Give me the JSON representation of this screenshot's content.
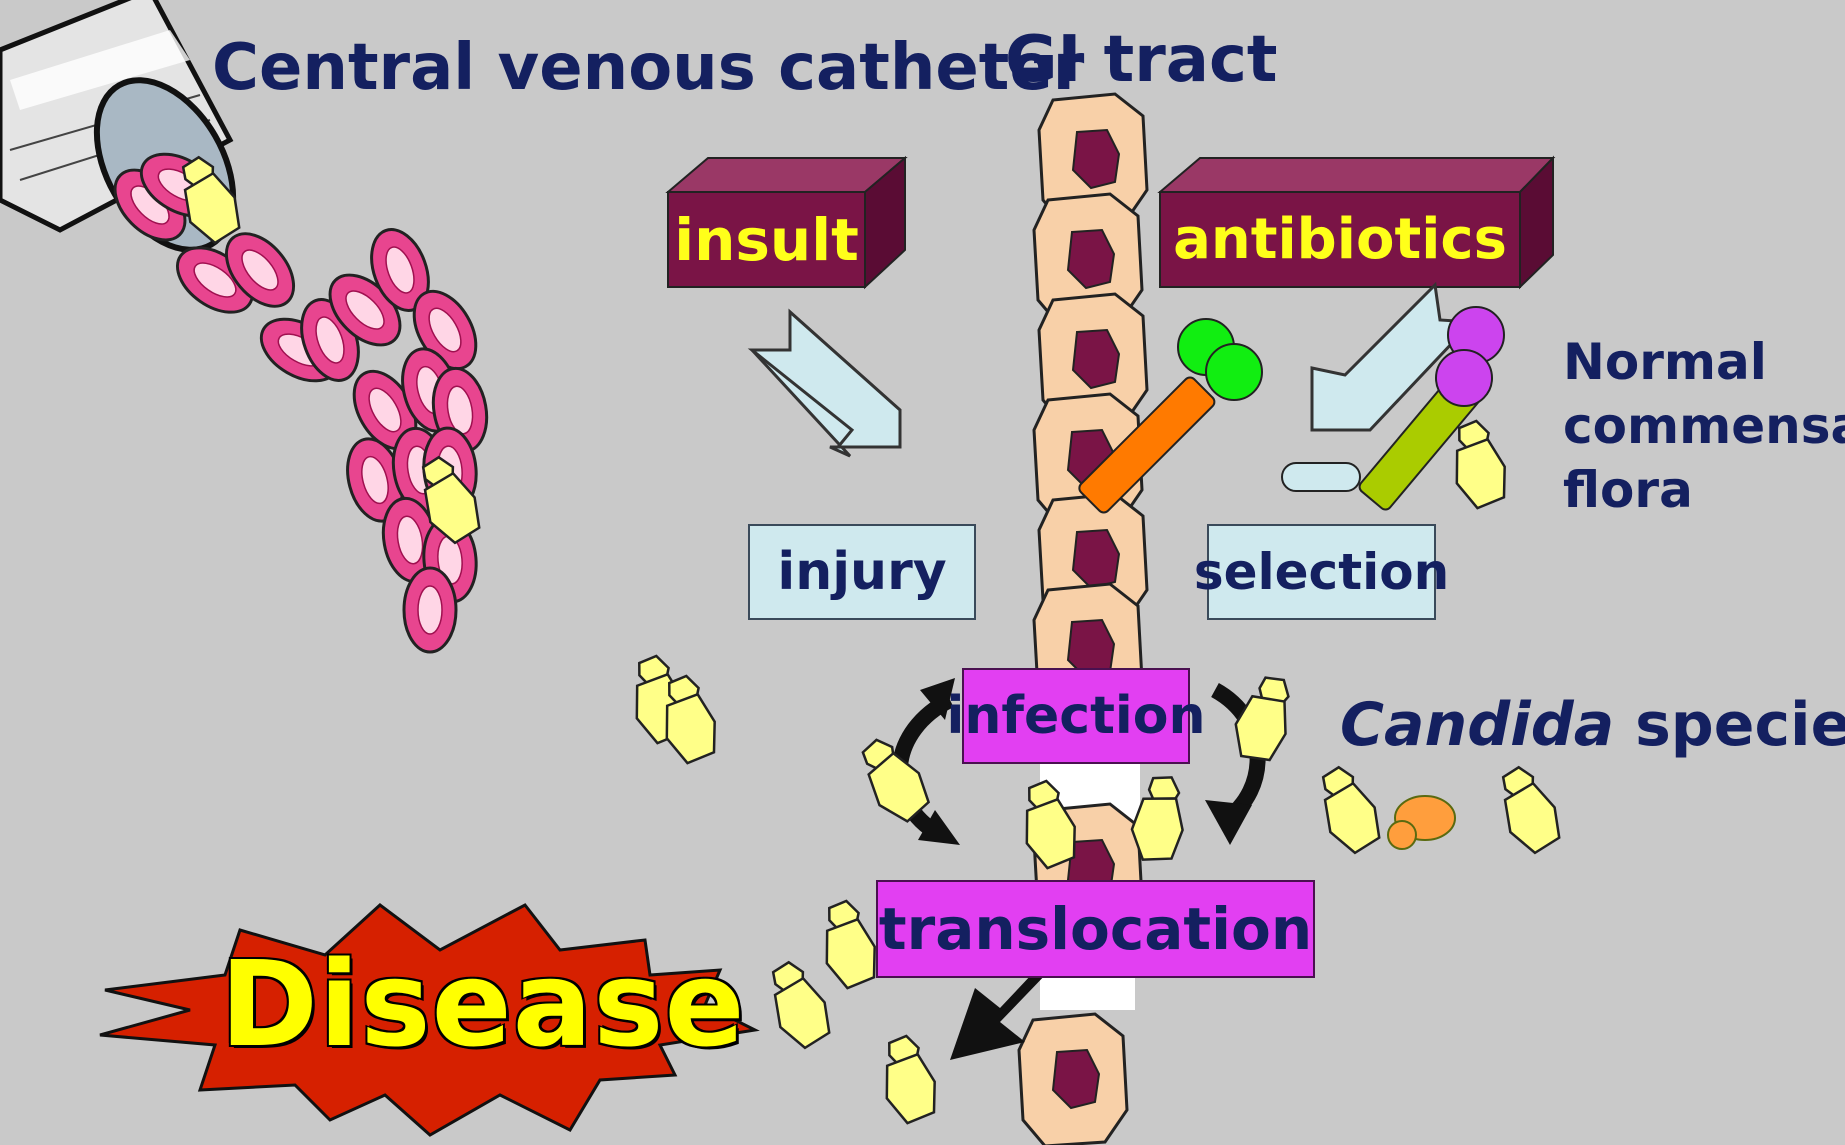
{
  "labels": {
    "catheter": "Central venous catheter",
    "gi_tract": "GI tract",
    "insult": "insult",
    "antibiotics": "antibiotics",
    "injury": "injury",
    "selection": "selection",
    "flora": "Normal commensal flora",
    "infection": "infection",
    "candida_italic": "Candida",
    "candida_rest": " species",
    "translocation": "translocation",
    "disease": "Disease"
  },
  "icons": {
    "catheter": "catheter-tube-icon",
    "blood_cells": "red-blood-cell-icon",
    "yeast": "yeast-cell-icon",
    "bacteria": "bacteria-icon",
    "epithelium": "epithelial-cell-icon",
    "burst": "explosion-burst-icon"
  },
  "colors": {
    "background": "#c9c9c9",
    "navy_text": "#142060",
    "maroon_box": "#7a1446",
    "yellow_text": "#ffff1a",
    "light_box": "#cfe9ee",
    "magenta_box": "#e23ff2",
    "yeast": "#ffff88",
    "rbc": "#e8458f",
    "epithelial": "#f8d0a8",
    "nucleus": "#7a1446",
    "burst_red": "#d62000"
  }
}
